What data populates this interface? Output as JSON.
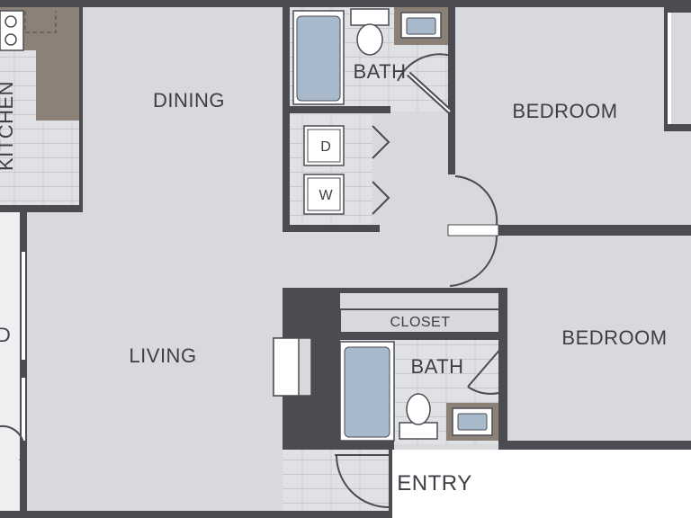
{
  "rooms": {
    "kitchen": "KITCHEN",
    "dining": "DINING",
    "living": "LIVING",
    "bath_upper": "BATH",
    "bath_lower": "BATH",
    "bedroom_upper": "BEDROOM",
    "bedroom_lower": "BEDROOM",
    "closet": "CLOSET",
    "entry": "ENTRY",
    "partial_left": "D"
  },
  "appliances": {
    "dryer": "D",
    "washer": "W"
  },
  "colors": {
    "wall": "#4a4c52",
    "floor": "#d8d9dd",
    "tile": "#dfe0e3",
    "counter": "#8b8176",
    "tub": "#a8b9cc",
    "fixture": "#ffffff"
  }
}
